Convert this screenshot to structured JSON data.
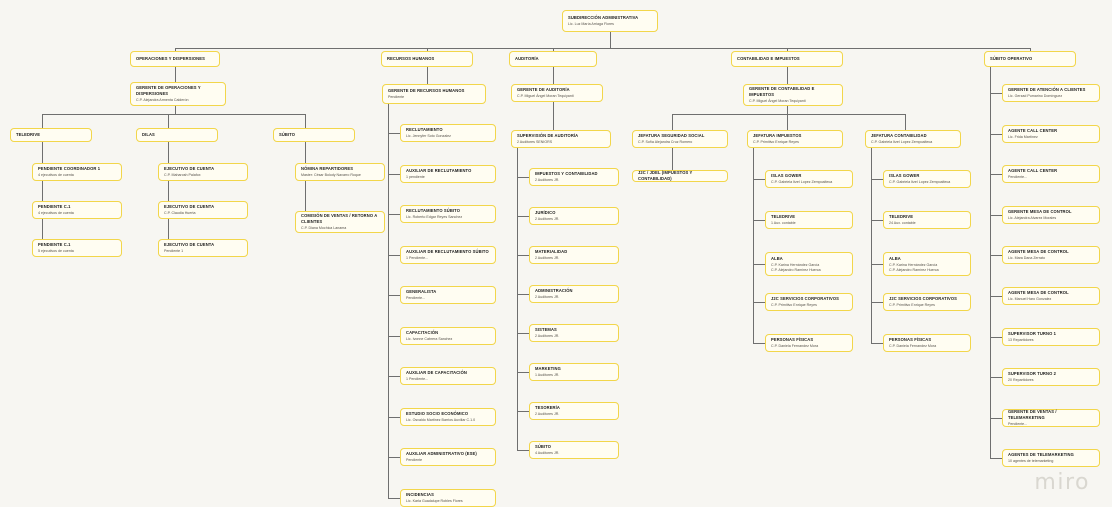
{
  "watermark": "miro",
  "root": {
    "title": "SUBDIRECCIÓN ADMINISTRATIVA",
    "subtitle": "Lic. Luz María Arriaga Flores"
  },
  "branches": [
    {
      "id": "operaciones",
      "title": "OPERACIONES Y DISPERSIONES",
      "manager": {
        "title": "GERENTE DE OPERACIONES Y DISPERSIONES",
        "subtitle": "C.P. Alejandra Armenta Calderón"
      },
      "groups": [
        {
          "title": "TELEDRIVE",
          "children": [
            {
              "title": "Pendiente Coordinador 1",
              "subtitle": "4 ejecutivos de cuenta"
            },
            {
              "title": "Pendiente C.1",
              "subtitle": "4 ejecutivos de cuenta"
            },
            {
              "title": "Pendiente C.1",
              "subtitle": "5 ejecutivos de cuenta"
            }
          ]
        },
        {
          "title": "DILAS",
          "children": [
            {
              "title": "EJECUTIVO DE CUENTA",
              "subtitle": "C.P. Maharosh Palafox"
            },
            {
              "title": "EJECUTIVO DE CUENTA",
              "subtitle": "C.P. Claudia Huerta"
            },
            {
              "title": "EJECUTIVO DE CUENTA",
              "subtitle": "Pendiente 1"
            }
          ]
        },
        {
          "title": "SÚBITO",
          "children": [
            {
              "title": "NÓMINA REPARTIDORES",
              "subtitle": "Master: César Bolody Navarro Roque"
            },
            {
              "title": "COMISIÓN DE VENTAS / RETORNO A CLIENTES",
              "subtitle": "C.P. Diana Mochica Lanama"
            }
          ]
        }
      ]
    },
    {
      "id": "recursos-humanos",
      "title": "RECURSOS HUMANOS",
      "manager": {
        "title": "GERENTE DE RECURSOS HUMANOS",
        "subtitle": "Pendiente"
      },
      "children": [
        {
          "title": "RECLUTAMIENTO",
          "subtitle": "Lic. Jennyfer Soto Gonzalez"
        },
        {
          "title": "AUXILIAR DE RECLUTAMIENTO",
          "subtitle": "1 pendiente"
        },
        {
          "title": "RECLUTAMIENTO SÚBITO",
          "subtitle": "Lic. Roberto Edgar Reyes Sanchez"
        },
        {
          "title": "AUXILIAR DE RECLUTAMIENTO SÚBITO",
          "subtitle": "1 Pendiente..."
        },
        {
          "title": "GENERALISTA",
          "subtitle": "Pendiente..."
        },
        {
          "title": "CAPACITACIÓN",
          "subtitle": "Lic. Ivonne Cabrera Sanchez"
        },
        {
          "title": "AUXILIAR DE CAPACITACIÓN",
          "subtitle": "1 Pendiente..."
        },
        {
          "title": "ESTUDIO SOCIO ECONÓMICO",
          "subtitle": "Lic. Osvaldo Martinez Barrios Auxiliar C.1.0"
        },
        {
          "title": "AUXILIAR ADMINISTRATIVO (ESE)",
          "subtitle": "Pendiente"
        },
        {
          "title": "INCIDENCIAS",
          "subtitle": "Lic. Karla Guadalupe Robles Flores"
        }
      ]
    },
    {
      "id": "auditoria",
      "title": "AUDITORÍA",
      "manager": {
        "title": "GERENTE DE AUDITORÍA",
        "subtitle": "C.P. Miguel Ángel Moran Tequiyanti"
      },
      "supervision": {
        "title": "SUPERVISIÓN DE AUDITORÍA",
        "subtitle": "2 Auditores SENIORS"
      },
      "children": [
        {
          "title": "IMPUESTOS Y CONTABILIDAD",
          "subtitle": "2 Auditores JR."
        },
        {
          "title": "JURÍDICO",
          "subtitle": "2 Auditores JR."
        },
        {
          "title": "MATERIALIDAD",
          "subtitle": "2 Auditores JR."
        },
        {
          "title": "ADMINISTRACIÓN",
          "subtitle": "2 Auditores JR."
        },
        {
          "title": "SISTEMAS",
          "subtitle": "2 Auditores JR."
        },
        {
          "title": "MARKETING",
          "subtitle": "1 Auditores JR."
        },
        {
          "title": "TESORERÍA",
          "subtitle": "2 Auditores JR."
        },
        {
          "title": "SÚBITO",
          "subtitle": "4 Auditores JR."
        }
      ]
    },
    {
      "id": "contabilidad",
      "title": "CONTABILIDAD E IMPUESTOS",
      "manager": {
        "title": "GERENTE DE CONTABILIDAD E IMPUESTOS",
        "subtitle": "C.P. Miguel Ángel Moran Tequiyanti"
      },
      "jefaturas": [
        {
          "title": "JEFATURA SEGURIDAD SOCIAL",
          "subtitle": "C.P. Sofía Alejandra Cruz Romero",
          "children": [
            {
              "title": "J2C / JDEL (IMPUESTOS Y CONTABILIDAD)",
              "subtitle": ""
            }
          ]
        },
        {
          "title": "JEFATURA IMPUESTOS",
          "subtitle": "C.P. Primitivo Enrique Reyes",
          "children": [
            {
              "title": "ISLAS GOWER",
              "subtitle": "C.P. Gabriela Itzel Lopez Zempoalteca"
            },
            {
              "title": "TELEDRIVE",
              "subtitle": "1 Aux. contable"
            },
            {
              "title": "ALBA",
              "subtitle": "C.P. Karina Hernández García\nC.P. Alejandro Ramírez Huerca"
            },
            {
              "title": "J2C SERVICIOS CORPORATIVOS",
              "subtitle": "C.P. Primitivo Enrique Reyes"
            },
            {
              "title": "PERSONAS FÍSICAS",
              "subtitle": "C.P. Daniela Fernandez Mora"
            }
          ]
        },
        {
          "title": "JEFATURA CONTABILIDAD",
          "subtitle": "C.P. Gabriela Itzel Lopez Zempoalteca",
          "children": [
            {
              "title": "ISLAS GOWER",
              "subtitle": "C.P. Gabriela Itzel Lopez Zempoalteca"
            },
            {
              "title": "TELEDRIVE",
              "subtitle": "24 Aux. contable"
            },
            {
              "title": "ALBA",
              "subtitle": "C.P. Karina Hernández García\nC.P. Alejandro Ramírez Huerca"
            },
            {
              "title": "J2C SERVICIOS CORPORATIVOS",
              "subtitle": "C.P. Primitivo Enrique Reyes"
            },
            {
              "title": "PERSONAS FÍSICAS",
              "subtitle": "C.P. Daniela Fernandez Mora"
            }
          ]
        }
      ]
    },
    {
      "id": "subito-operativo",
      "title": "SÚBITO OPERATIVO",
      "children": [
        {
          "title": "GERENTE DE ATENCIÓN A CLIENTES",
          "subtitle": "Lic. Gerzad Pumarino Domínguez"
        },
        {
          "title": "AGENTE CALL CENTER",
          "subtitle": "Lic. Frida Martínez"
        },
        {
          "title": "AGENTE CALL CENTER",
          "subtitle": "Pendiente..."
        },
        {
          "title": "GERENTE MESA DE CONTROL",
          "subtitle": "Lic. Alejandra Alvarez Morales"
        },
        {
          "title": "AGENTE MESA DE CONTROL",
          "subtitle": "Lic. Mara Dana Zerrato"
        },
        {
          "title": "AGENTE MESA DE CONTROL",
          "subtitle": "Lic. Manuel Haro Gonzalez"
        },
        {
          "title": "SUPERVISOR TURNO 1",
          "subtitle": "13 Repartidores"
        },
        {
          "title": "SUPERVISOR TURNO 2",
          "subtitle": "20 Repartidores"
        },
        {
          "title": "GERENTE DE VENTAS / TELEMARKETING",
          "subtitle": "Pendiente..."
        },
        {
          "title": "AGENTES DE TELEMARKETING",
          "subtitle": "10 agentes de telemarketing"
        }
      ]
    }
  ]
}
